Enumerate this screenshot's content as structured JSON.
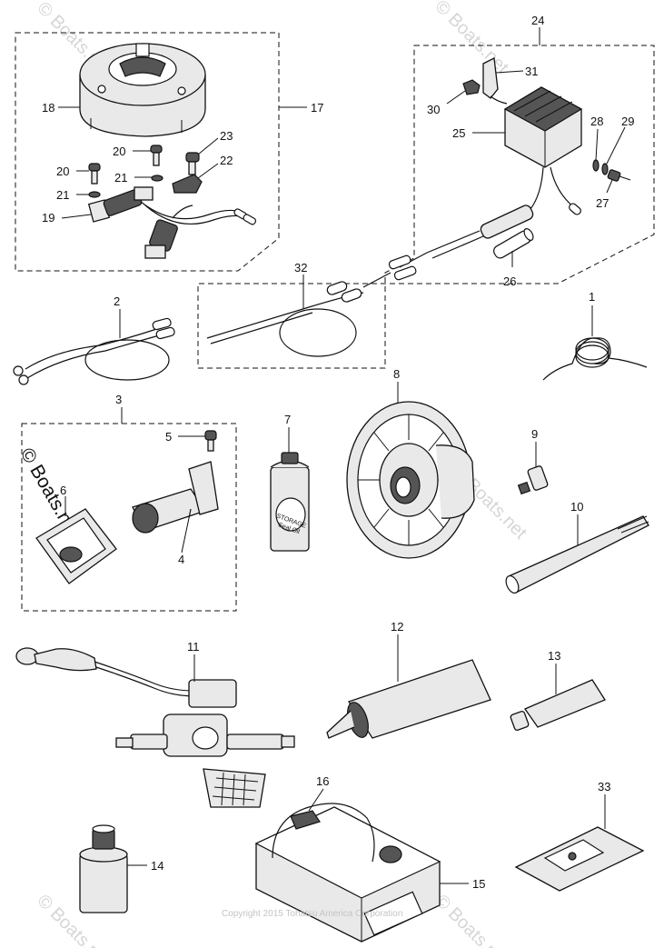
{
  "part_numbers": {
    "p1": "1",
    "p2": "2",
    "p3": "3",
    "p4": "4",
    "p5": "5",
    "p6": "6",
    "p7": "7",
    "p8": "8",
    "p9": "9",
    "p10": "10",
    "p11": "11",
    "p12": "12",
    "p13": "13",
    "p14": "14",
    "p15": "15",
    "p16": "16",
    "p17": "17",
    "p18": "18",
    "p19": "19",
    "p20": "20",
    "p21": "21",
    "p22": "22",
    "p23": "23",
    "p24": "24",
    "p25": "25",
    "p26": "26",
    "p27": "27",
    "p28": "28",
    "p29": "29",
    "p30": "30",
    "p31": "31",
    "p32": "32",
    "p33": "33"
  },
  "watermark": "© Boats.net",
  "copyright": "Copyright 2015 Tohatsu America Corporation",
  "can_label": {
    "line1": "STORAGE",
    "line2": "Seal Oil"
  }
}
